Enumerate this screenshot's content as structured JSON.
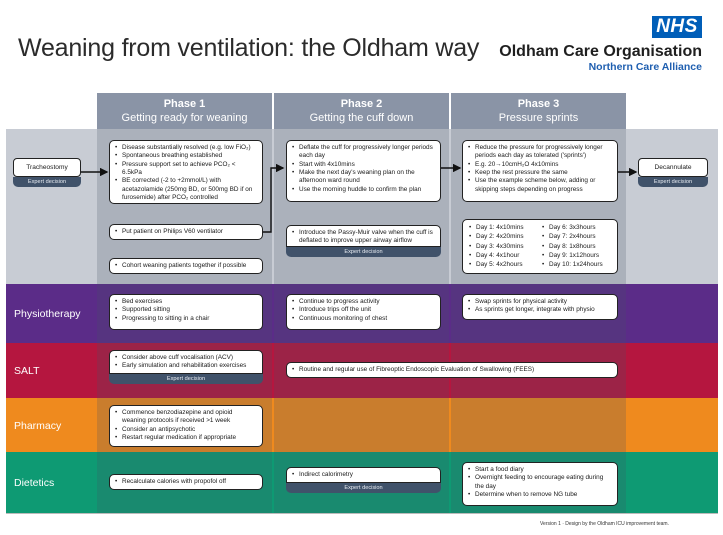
{
  "header": {
    "title": "Weaning from ventilation: the Oldham way",
    "logo_text": "NHS",
    "org_name": "Oldham Care Organisation",
    "org_sub": "Northern Care Alliance"
  },
  "phases": [
    {
      "name": "Phase 1",
      "subtitle": "Getting ready for weaning"
    },
    {
      "name": "Phase 2",
      "subtitle": "Getting the cuff down"
    },
    {
      "name": "Phase 3",
      "subtitle": "Pressure sprints"
    }
  ],
  "rows": {
    "tracheostomy": "Tracheostomy",
    "physiotherapy": "Physiotherapy",
    "salt": "SALT",
    "pharmacy": "Pharmacy",
    "dietetics": "Dietetics"
  },
  "expert_decision": "Expert decision",
  "tracheostomy": {
    "start_label": "Tracheostomy",
    "end_label": "Decannulate",
    "phase1_main": [
      "Disease substantially resolved (e.g. low FiO₂)",
      "Spontaneous breathing established",
      "Pressure support set to achieve PCO₂ < 6.5kPa",
      "BE corrected (-2 to +2mmol/L) with acetazolamide (250mg BD, or 500mg BD if on furosemide) after PCO₂ controlled"
    ],
    "phase1_ventilator": "Put patient on Philips V60 ventilator",
    "phase1_cohort": "Cohort weaning patients together if possible",
    "phase2_main": [
      "Deflate the cuff for progressively longer periods each day",
      "Start with 4x10mins",
      "Make the next day's weaning plan on the afternoon ward round",
      "Use the morning huddle to confirm the plan"
    ],
    "phase2_passy": "Introduce the Passy-Muir valve when the cuff is deflated to improve upper airway airflow",
    "phase3_main": [
      "Reduce the pressure for progressively longer periods each day as tolerated ('sprints')",
      "E.g. 20→10cmH₂O 4x10mins",
      "Keep the rest pressure the same",
      "Use the example scheme below, adding or skipping steps depending on progress"
    ],
    "schedule_left": [
      "Day 1: 4x10mins",
      "Day 2: 4x20mins",
      "Day 3: 4x30mins",
      "Day 4: 4x1hour",
      "Day 5: 4x2hours"
    ],
    "schedule_right": [
      "Day 6: 3x3hours",
      "Day 7: 2x4hours",
      "Day 8: 1x8hours",
      "Day 9: 1x12hours",
      "Day 10: 1x24hours"
    ]
  },
  "physio": {
    "phase1": [
      "Bed exercises",
      "Supported sitting",
      "Progressing to sitting in a chair"
    ],
    "phase2": [
      "Continue to progress activity",
      "Introduce trips off the unit",
      "Continuous monitoring of chest"
    ],
    "phase3": [
      "Swap sprints for physical activity",
      "As sprints get longer, integrate with physio"
    ]
  },
  "salt": {
    "phase1": [
      "Consider above cuff vocalisation (ACV)",
      "Early simulation and rehabilitation exercises"
    ],
    "fees": "Routine and regular use of Fibreoptic Endoscopic Evaluation of Swallowing (FEES)"
  },
  "pharmacy": {
    "phase1": [
      "Commence benzodiazepine and opioid weaning protocols if received >1 week",
      "Consider an antipsychotic",
      "Restart regular medication if appropriate"
    ]
  },
  "dietetics": {
    "phase1": "Recalculate calories with propofol off",
    "phase2": "Indirect calorimetry",
    "phase3": [
      "Start a food diary",
      "Overnight feeding to encourage eating during the day",
      "Determine when to remove NG tube"
    ]
  },
  "footer": "Version 1 · Design by the Oldham ICU improvement team.",
  "colors": {
    "nhs_blue": "#005eb8",
    "tracheostomy": "#c8ccd4",
    "physiotherapy": "#5b2c88",
    "salt": "#b5163f",
    "pharmacy": "#ef8a1e",
    "dietetics": "#0e9a73",
    "phase_header": "#8a94a6",
    "expert_decision": "#40526a"
  }
}
